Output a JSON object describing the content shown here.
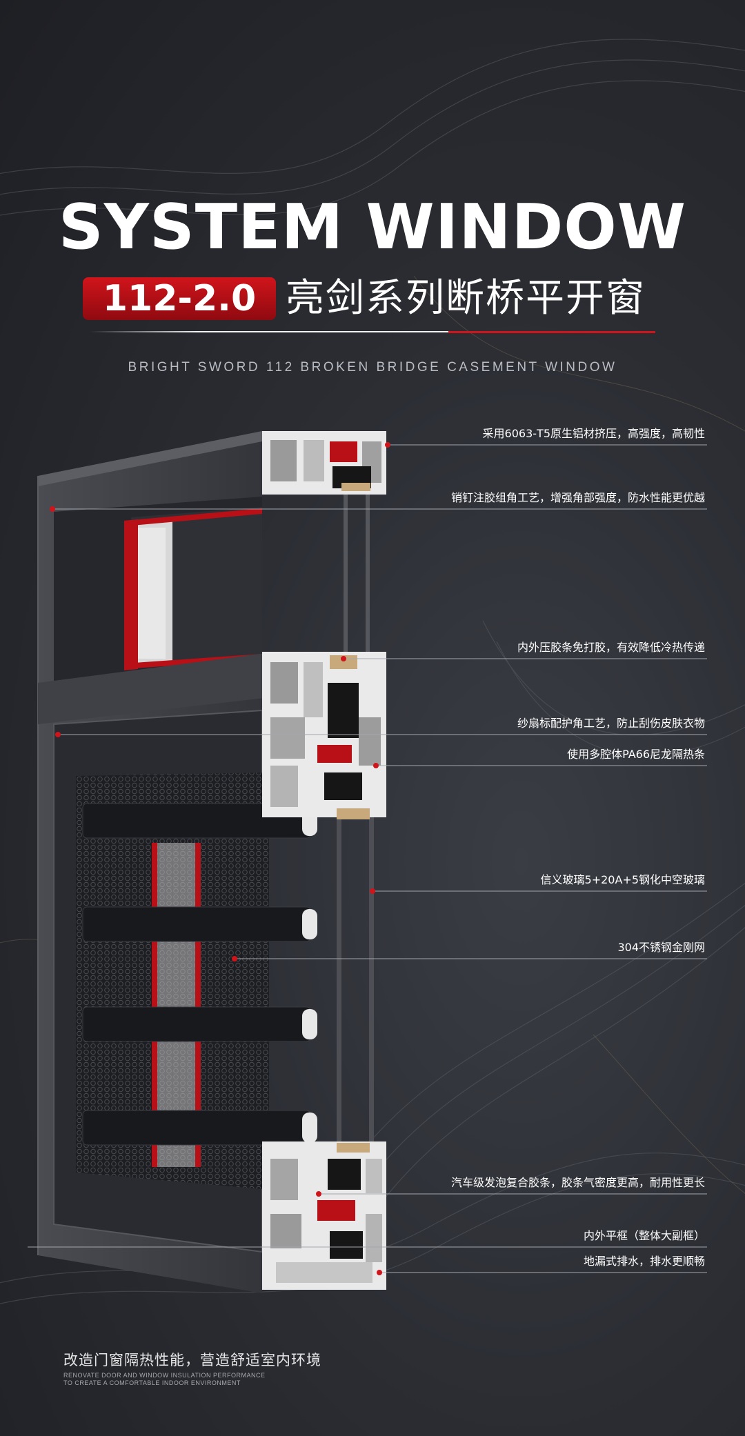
{
  "poster": {
    "title": "SYSTEM WINDOW",
    "model_badge": "112-2.0",
    "series_name": "亮剑系列断桥平开窗",
    "subtitle": "BRIGHT SWORD 112 BROKEN BRIDGE CASEMENT WINDOW"
  },
  "features": [
    "采用6063-T5原生铝材挤压，高强度，高韧性",
    "销钉注胶组角工艺，增强角部强度，防水性能更优越",
    "内外压胶条免打胶，有效降低冷热传递",
    "纱扇标配护角工艺，防止刮伤皮肤衣物",
    "使用多腔体PA66尼龙隔热条",
    "信义玻璃5+20A+5钢化中空玻璃",
    "304不锈钢金刚网",
    "汽车级发泡复合胶条，胶条气密度更高，耐用性更长",
    "内外平框（整体大副框）",
    "地漏式排水，排水更顺畅"
  ],
  "footer": {
    "slogan": "改造门窗隔热性能，营造舒适室内环境",
    "english_line1": "RENOVATE DOOR AND WINDOW INSULATION PERFORMANCE",
    "english_line2": "TO CREATE A COMFORTABLE INDOOR ENVIRONMENT"
  },
  "colors": {
    "accent_red": "#d0141b",
    "background": "#2b2d33",
    "aluminum_frame": "#3c3e44",
    "text_light": "#ffffff",
    "text_muted": "#b9bcc2"
  }
}
